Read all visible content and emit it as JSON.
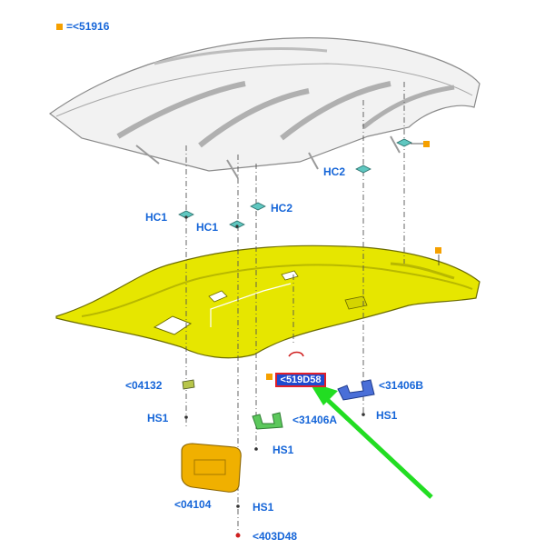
{
  "legend": {
    "separator": "=",
    "part_ref": "<51916",
    "marker_color": "#f5a000"
  },
  "callouts": {
    "hc2_upper": "HC2",
    "hc1_left": "HC1",
    "hc1_center": "HC1",
    "hc2_center": "HC2",
    "ref_04132": "<04132",
    "hs1_left": "HS1",
    "ref_31406a": "<31406A",
    "ref_31406b": "<31406B",
    "hs1_right": "HS1",
    "hs1_center": "HS1",
    "ref_04104": "<04104",
    "hs1_bottom": "HS1",
    "ref_403d48": "<403D48",
    "highlighted_ref": "<519D58"
  },
  "colors": {
    "label": "#1565d8",
    "headliner": "#e6e600",
    "visor": "#f0b000",
    "handle_green": "#5cc85c",
    "handle_blue": "#4a6fd8",
    "pointer_arrow": "#22dd22",
    "highlight_border": "#e0202a"
  },
  "icons": [
    "orange-square-marker",
    "green-pointer-arrow",
    "clip-icon"
  ]
}
